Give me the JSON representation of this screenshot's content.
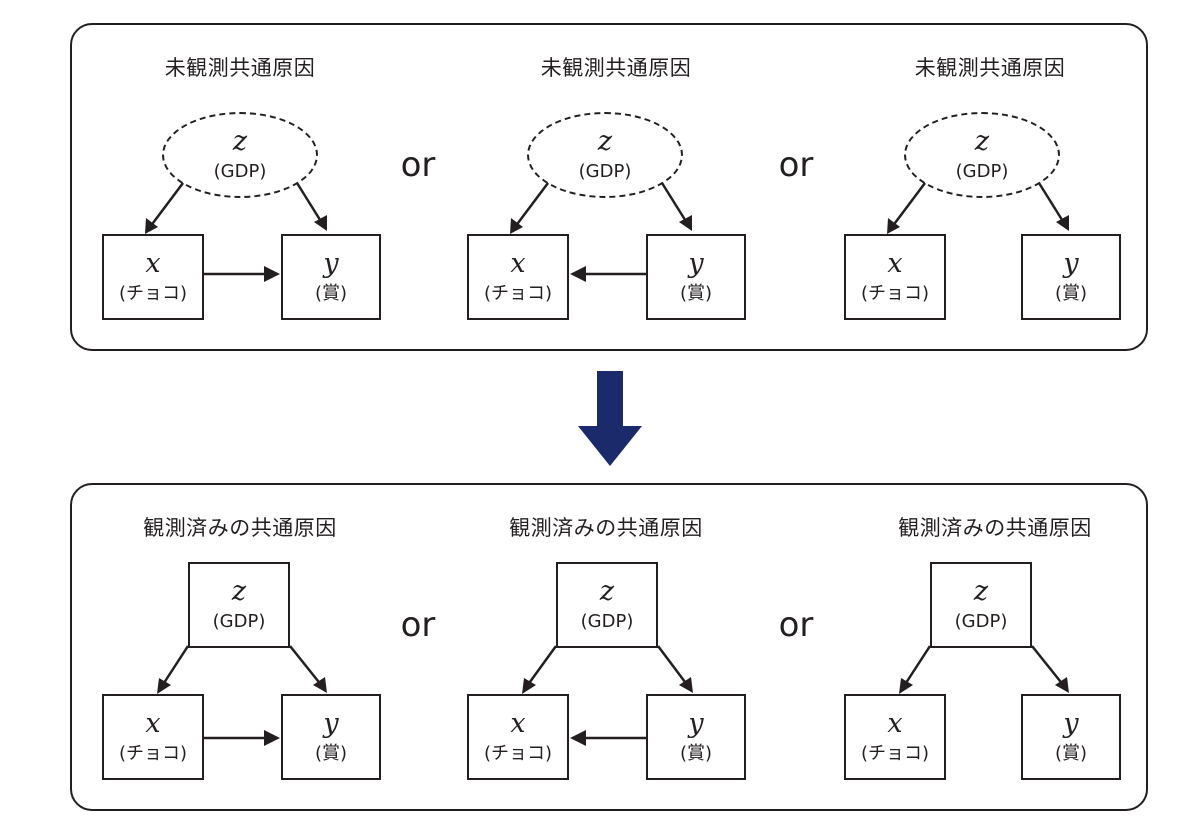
{
  "panels": [
    {
      "title": "未観測共通原因",
      "z_style": "dashed-ellipse",
      "groups": [
        {
          "title": "未観測共通原因",
          "direction": "x_to_y",
          "z": {
            "symbol": "z",
            "label": "(GDP)"
          },
          "x": {
            "symbol": "x",
            "label": "(チョコ)"
          },
          "y": {
            "symbol": "y",
            "label": "(賞)"
          }
        },
        {
          "title": "未観測共通原因",
          "direction": "y_to_x",
          "z": {
            "symbol": "z",
            "label": "(GDP)"
          },
          "x": {
            "symbol": "x",
            "label": "(チョコ)"
          },
          "y": {
            "symbol": "y",
            "label": "(賞)"
          }
        },
        {
          "title": "未観測共通原因",
          "direction": "none",
          "z": {
            "symbol": "z",
            "label": "(GDP)"
          },
          "x": {
            "symbol": "x",
            "label": "(チョコ)"
          },
          "y": {
            "symbol": "y",
            "label": "(賞)"
          }
        }
      ],
      "or_labels": [
        "or",
        "or"
      ]
    },
    {
      "title": "観測済みの共通原因",
      "z_style": "box",
      "groups": [
        {
          "title": "観測済みの共通原因",
          "direction": "x_to_y",
          "z": {
            "symbol": "z",
            "label": "(GDP)"
          },
          "x": {
            "symbol": "x",
            "label": "(チョコ)"
          },
          "y": {
            "symbol": "y",
            "label": "(賞)"
          }
        },
        {
          "title": "観測済みの共通原因",
          "direction": "y_to_x",
          "z": {
            "symbol": "z",
            "label": "(GDP)"
          },
          "x": {
            "symbol": "x",
            "label": "(チョコ)"
          },
          "y": {
            "symbol": "y",
            "label": "(賞)"
          }
        },
        {
          "title": "観測済みの共通原因",
          "direction": "none",
          "z": {
            "symbol": "z",
            "label": "(GDP)"
          },
          "x": {
            "symbol": "x",
            "label": "(チョコ)"
          },
          "y": {
            "symbol": "y",
            "label": "(賞)"
          }
        }
      ],
      "or_labels": [
        "or",
        "or"
      ]
    }
  ],
  "colors": {
    "ink": "#231f20",
    "arrow_fill": "#1b2a6b"
  }
}
